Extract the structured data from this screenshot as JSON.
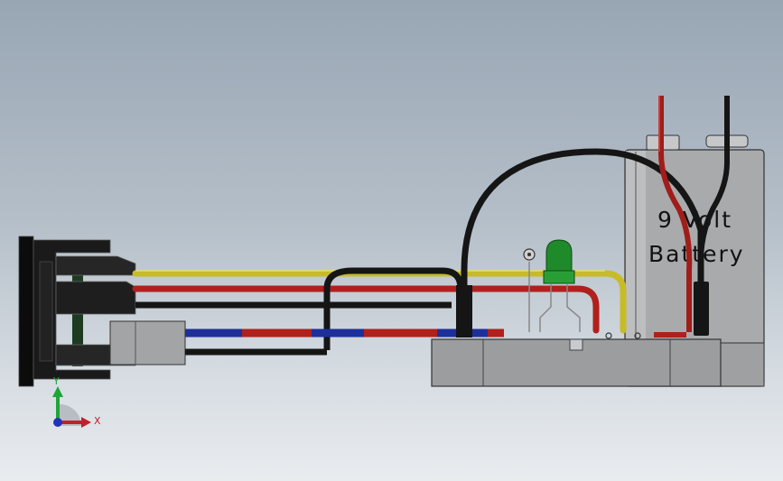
{
  "viewport": {
    "background_top": "#98a6b4",
    "background_bottom": "#e9ecef"
  },
  "model": {
    "battery": {
      "label_line1": "9 Volt",
      "label_line2": "Battery",
      "body_color": "#a9aaab"
    },
    "wire_colors": {
      "yellow": "#c8bb28",
      "red": "#b0201c",
      "black": "#151515",
      "blue": "#1c2f9a"
    },
    "led": {
      "color": "#1f8a2a"
    }
  },
  "triad": {
    "x_label": "X",
    "y_label": "Y",
    "x_color": "#c0212b",
    "y_color": "#1fa43a",
    "z_color": "#2233bb"
  }
}
